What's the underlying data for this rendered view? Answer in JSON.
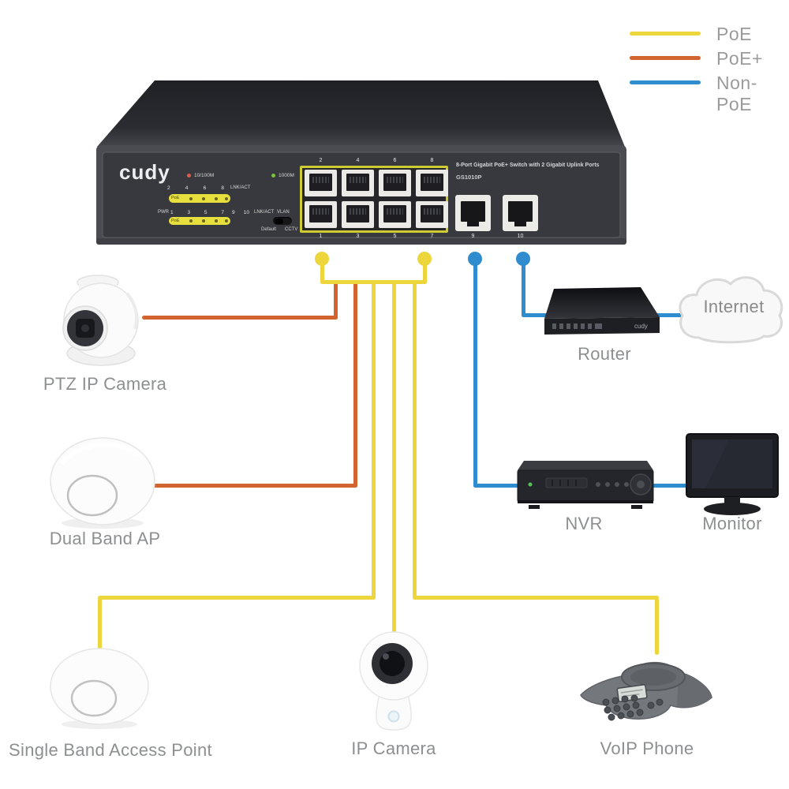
{
  "legend": {
    "items": [
      {
        "label": "PoE",
        "color": "#edd53c"
      },
      {
        "label": "PoE+",
        "color": "#d2652f"
      },
      {
        "label": "Non-PoE",
        "color": "#2f8cce"
      }
    ]
  },
  "switch": {
    "brand": "cudy",
    "description": "8-Port Gigabit PoE+ Switch with 2 Gigabit Uplink Ports",
    "model": "GS1010P",
    "panel": {
      "led_10_100": "10/100M",
      "led_1000": "1000M",
      "lnk_act": "LNK/ACT",
      "pwr": "PWR",
      "poe": "PoE",
      "vlan": "VLAN",
      "vlan_default": "Default",
      "vlan_cctv": "CCTV"
    },
    "ports": {
      "top": [
        "2",
        "4",
        "6",
        "8"
      ],
      "bottom": [
        "1",
        "3",
        "5",
        "7"
      ],
      "uplink": [
        "9",
        "10"
      ]
    }
  },
  "devices": {
    "ptz_camera": {
      "label": "PTZ IP Camera",
      "connection": "PoE+"
    },
    "dual_band_ap": {
      "label": "Dual Band AP",
      "connection": "PoE+"
    },
    "single_band_ap": {
      "label": "Single Band Access Point",
      "connection": "PoE"
    },
    "ip_camera": {
      "label": "IP Camera",
      "connection": "PoE"
    },
    "voip_phone": {
      "label": "VoIP Phone",
      "connection": "PoE"
    },
    "router": {
      "label": "Router",
      "logo": "cudy",
      "connection": "Non-PoE"
    },
    "nvr": {
      "label": "NVR",
      "connection": "Non-PoE"
    },
    "monitor": {
      "label": "Monitor",
      "connection": "Non-PoE"
    },
    "internet_cloud": {
      "label": "Internet",
      "connection": "Non-PoE"
    }
  }
}
